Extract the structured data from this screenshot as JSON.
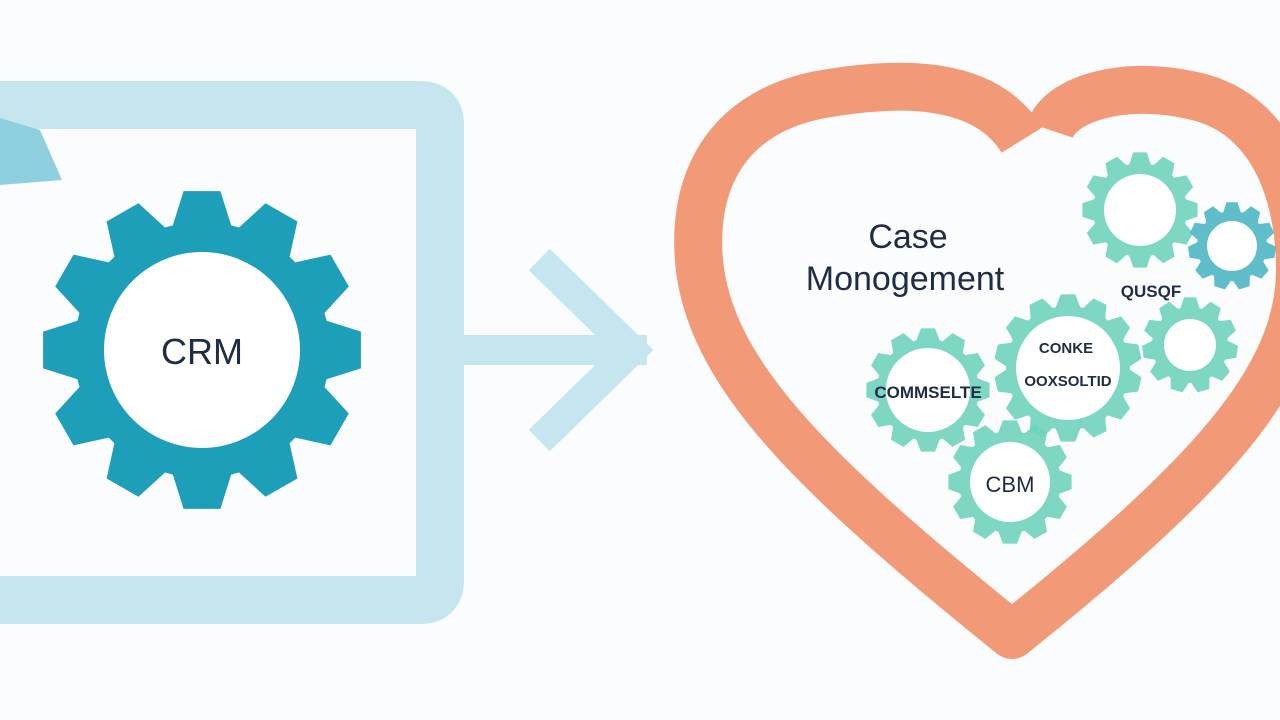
{
  "left_panel": {
    "gear_label": "CRM"
  },
  "heart": {
    "title_line1": "Case",
    "title_line2": "Monogement",
    "gear_labels": {
      "quser": "QUSQF",
      "center_top": "CONKE",
      "center_bottom": "OOXSOLTID",
      "left": "COMMSELTE",
      "bottom": "CBM"
    }
  },
  "colors": {
    "frame": "#c5e6ee",
    "crm_gear": "#1e9fb9",
    "arrow": "#c5e6ee",
    "heart": "#f29a78",
    "small_gears": "#6fd3bd",
    "small_gear_accent": "#4fb6c4",
    "text": "#1f2d44",
    "background": "#fbfcfd"
  },
  "icons": [
    "crm-gear-icon",
    "right-arrow-icon",
    "heart-icon",
    "gear-icon"
  ]
}
